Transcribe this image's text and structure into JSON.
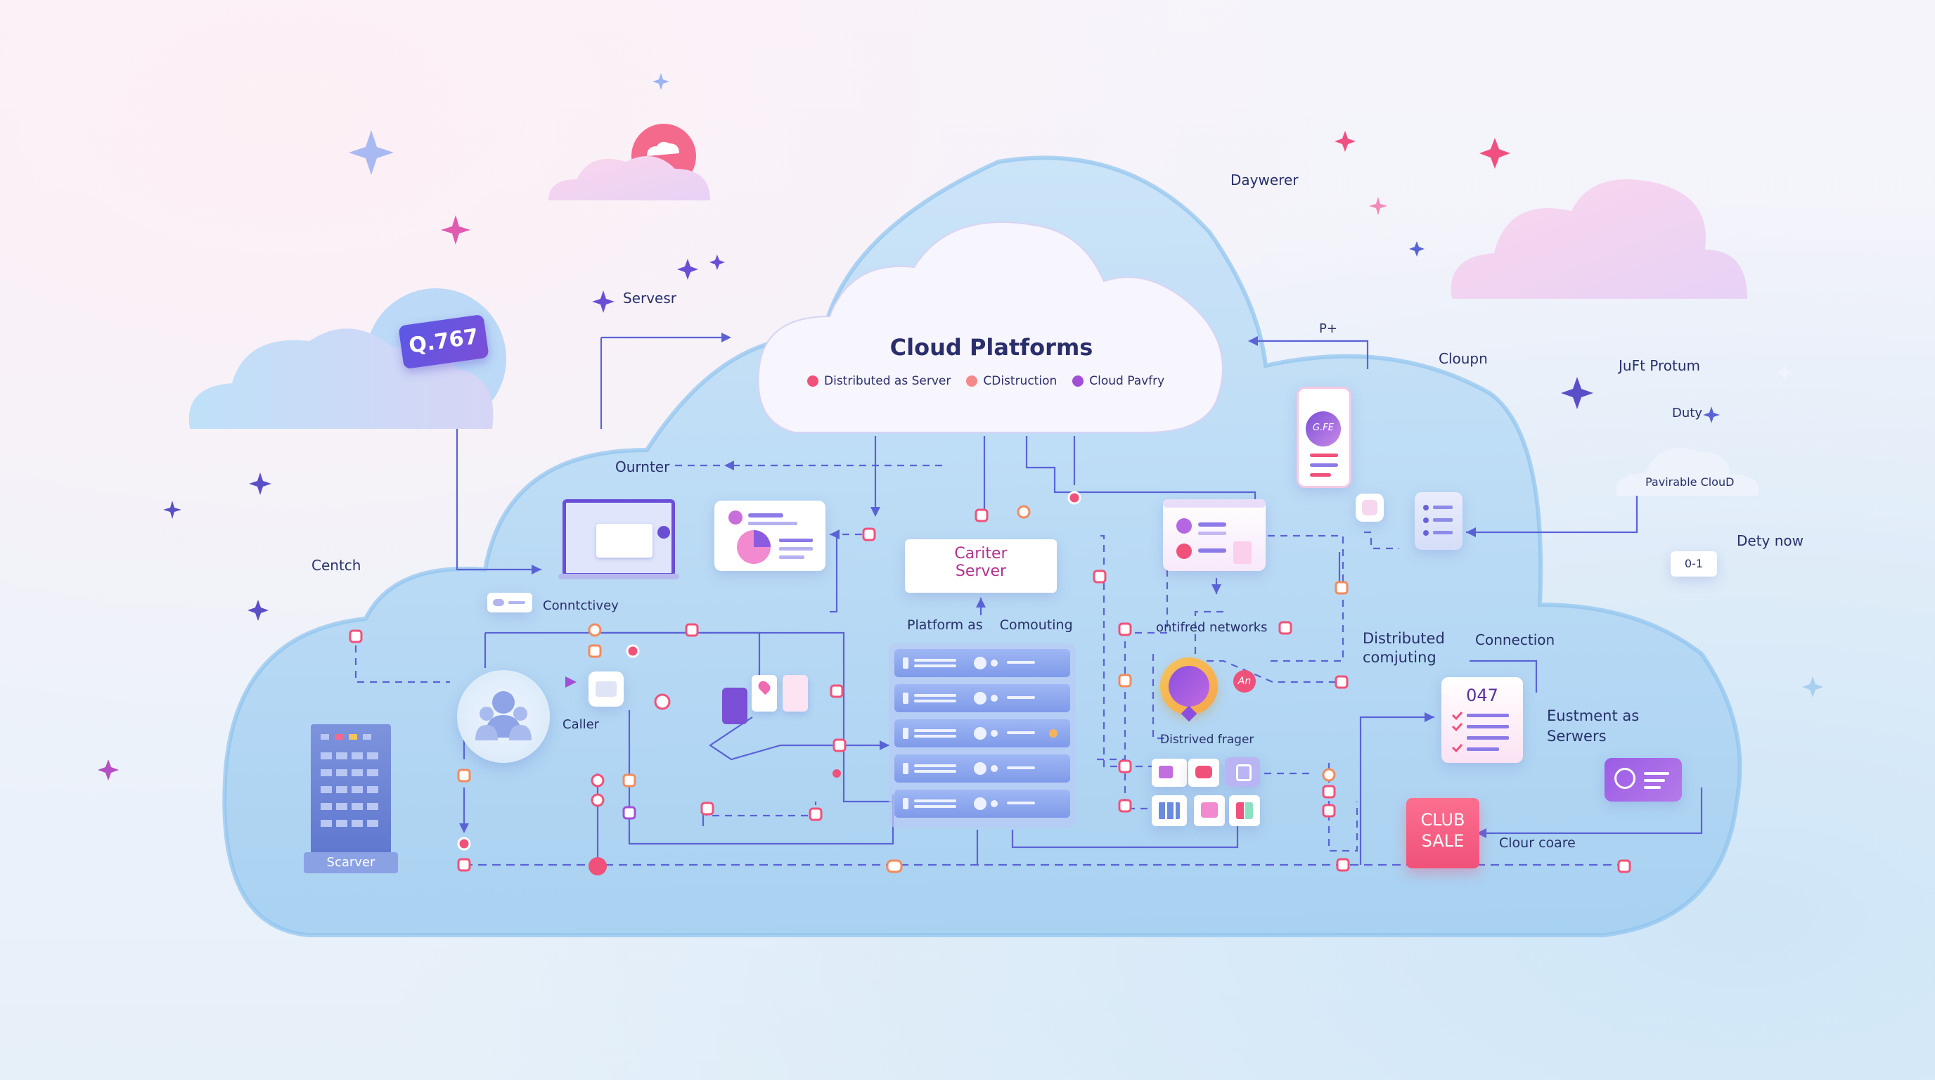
{
  "title": "Cloud Platforms",
  "legend": [
    {
      "label": "Distributed as Server",
      "color": "#f0517a"
    },
    {
      "label": "CDistruction",
      "color": "#f38a8a"
    },
    {
      "label": "Cloud Pavfry",
      "color": "#a04fd6"
    }
  ],
  "badge": "Q.767",
  "labels": {
    "servesr": "Servesr",
    "daywerer": "Daywerer",
    "pplus": "P+",
    "cloupn": "Cloupn",
    "juft_protum": "JuFt Protum",
    "duty": "Duty",
    "pavirable_cloud": "Pavirable ClouD",
    "dety_now": "Dety now",
    "counter": "0-1",
    "ournter": "Ournter",
    "centch": "Centch",
    "connectivey": "Conntctivey",
    "caller": "Caller",
    "carter_server_1": "Cariter",
    "carter_server_2": "Server",
    "platform_as": "Platform as",
    "comouting": "Comouting",
    "ontifred_networks": "ontifred networks",
    "distributed_computing_1": "Distributed",
    "distributed_computing_2": "comjuting",
    "connection": "Connection",
    "distrived_frager": "Distrived frager",
    "eustment_1": "Eustment as",
    "eustment_2": "Serwers",
    "card_047": "047",
    "club_sale_1": "CLUB",
    "club_sale_2": "SALE",
    "clour_coare": "Clour coare",
    "scarver": "Scarver",
    "an": "An",
    "phone_card": "G.FE"
  },
  "colors": {
    "accent_purple": "#6a4fd6",
    "accent_pink": "#f0517a",
    "cloud_blue": "#a9d3f2",
    "line": "#5a63d6"
  }
}
